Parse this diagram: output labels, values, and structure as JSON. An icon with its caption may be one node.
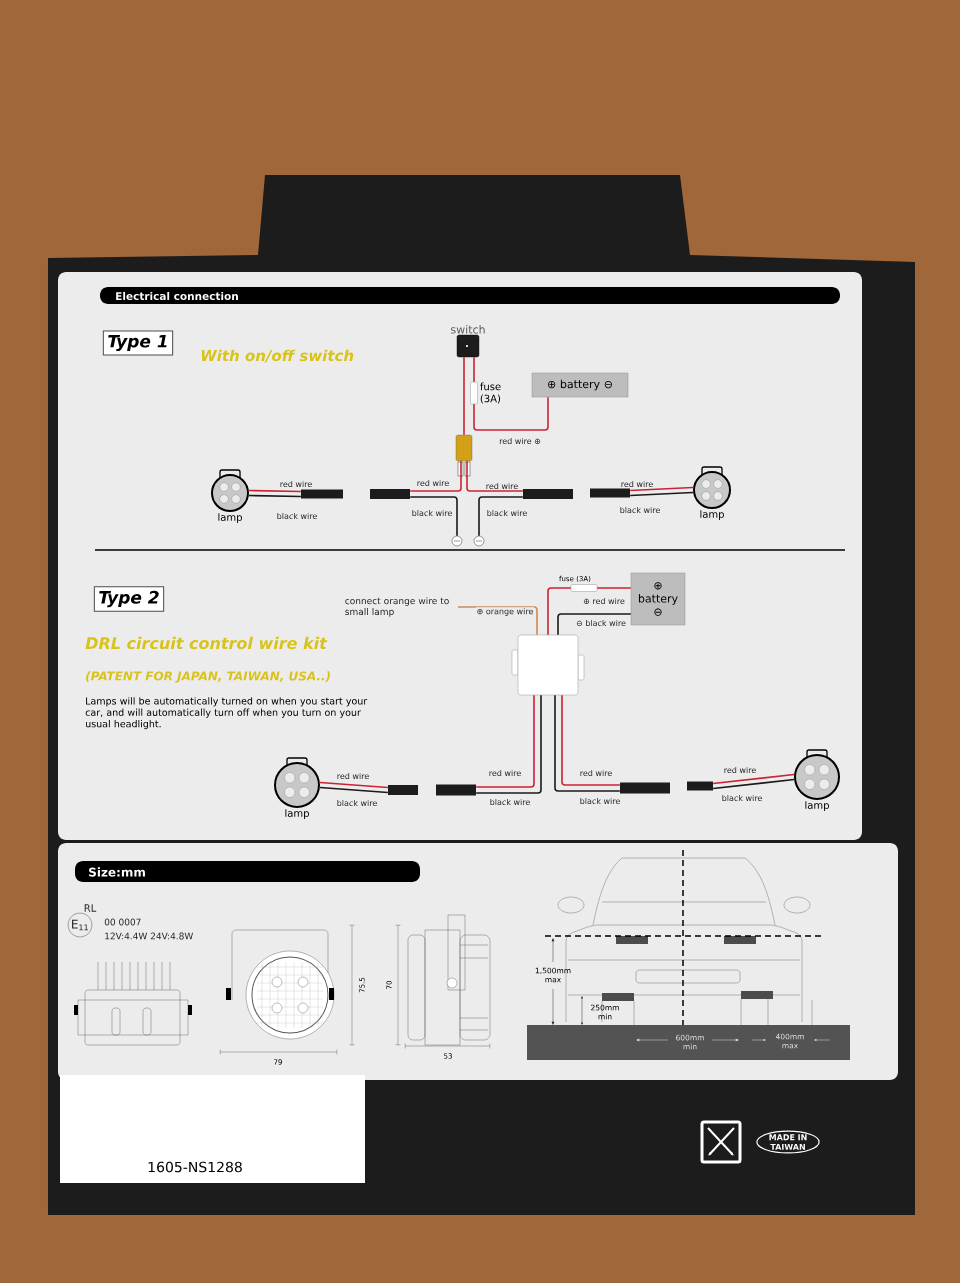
{
  "diagram": {
    "nodes": [
      {
        "text": [
          "switch"
        ]
      },
      {
        "text": [
          "fuse (3A)"
        ]
      },
      {
        "text": [
          "⊕ battery ⊖"
        ]
      },
      {
        "text": [],
        "shape": "box"
      },
      {
        "text": [
          "lamp"
        ]
      },
      {
        "text": [],
        "shape": "box"
      },
      {
        "text": [],
        "shape": "box"
      },
      {
        "text": [],
        "shape": "box"
      },
      {
        "text": [],
        "shape": "box"
      },
      {
        "text": [
          "lamp"
        ]
      },
      {
        "text": [],
        "shape": "circle"
      },
      {
        "text": [],
        "shape": "circle"
      },
      {
        "text": [],
        "shape": "box"
      },
      {
        "text": [
          "⊕ battery ⊖"
        ]
      },
      {
        "text": [
          "fuse (3A)"
        ]
      },
      {
        "text": [
          "connect orange wire to small lamp"
        ]
      },
      {
        "text": [
          "lamp"
        ]
      },
      {
        "text": [],
        "shape": "box"
      },
      {
        "text": [],
        "shape": "box"
      },
      {
        "text": [],
        "shape": "box"
      },
      {
        "text": [],
        "shape": "box"
      },
      {
        "text": [
          "lamp"
        ]
      }
    ],
    "edges": [
      {
        "from": 0,
        "to": 3,
        "arrow": "none"
      },
      {
        "from": 0,
        "to": 1,
        "arrow": "none"
      },
      {
        "from": 1,
        "to": 2,
        "arrow": "none",
        "label": "red wire ⊕"
      },
      {
        "from": 3,
        "to": 6,
        "arrow": "none",
        "label": "red wire"
      },
      {
        "from": 6,
        "to": 10,
        "arrow": "none",
        "label": "black wire",
        "color": "#1a1a1a"
      },
      {
        "from": 3,
        "to": 7,
        "arrow": "none",
        "label": "red wire"
      },
      {
        "from": 7,
        "to": 11,
        "arrow": "none",
        "label": "black wire",
        "color": "#1a1a1a"
      },
      {
        "from": 4,
        "to": 5,
        "arrow": "none",
        "label": "red wire"
      },
      {
        "from": 4,
        "to": 5,
        "arrow": "none",
        "label": "black wire",
        "color": "#1a1a1a"
      },
      {
        "from": 8,
        "to": 9,
        "arrow": "none",
        "label": "red wire"
      },
      {
        "from": 8,
        "to": 9,
        "arrow": "none",
        "label": "black wire",
        "color": "#1a1a1a"
      },
      {
        "from": 12,
        "to": 15,
        "arrow": "none",
        "label": "⊕ orange wire",
        "color": "#c98a5a"
      },
      {
        "from": 12,
        "to": 14,
        "arrow": "none"
      },
      {
        "from": 14,
        "to": 13,
        "arrow": "none",
        "label": "⊕ red wire"
      },
      {
        "from": 12,
        "to": 13,
        "arrow": "none",
        "label": "⊖ black wire",
        "color": "#1a1a1a"
      },
      {
        "from": 16,
        "to": 17,
        "arrow": "none",
        "label": "red wire"
      },
      {
        "from": 16,
        "to": 17,
        "arrow": "none",
        "label": "black wire",
        "color": "#1a1a1a"
      },
      {
        "from": 18,
        "to": 12,
        "arrow": "none",
        "label": "red wire"
      },
      {
        "from": 18,
        "to": 12,
        "arrow": "none",
        "label": "black wire",
        "color": "#1a1a1a"
      },
      {
        "from": 19,
        "to": 12,
        "arrow": "none",
        "label": "red wire"
      },
      {
        "from": 19,
        "to": 12,
        "arrow": "none",
        "label": "black wire",
        "color": "#1a1a1a"
      },
      {
        "from": 20,
        "to": 21,
        "arrow": "none",
        "label": "red wire"
      },
      {
        "from": 20,
        "to": 21,
        "arrow": "none",
        "label": "black wire",
        "color": "#1a1a1a"
      }
    ],
    "labels": [
      "Electrical connection",
      "Type 1",
      "With on/off switch",
      "Type 2",
      "DRL circuit control wire kit",
      "(PATENT FOR JAPAN, TAIWAN, USA..)",
      "Lamps will be automatically turned on when you start your car, and will automatically turn off when you turn on your usual headlight.",
      "Size:mm",
      "RL",
      "E$_{11}$",
      "00 0007",
      "12V:4.4W 24V:4.8W",
      "75.5",
      "79",
      "70",
      "53",
      "1,500mm max",
      "250mm min",
      "600mm min",
      "400mm max",
      "1605-NS1288",
      "MADE IN TAIWAN"
    ]
  }
}
